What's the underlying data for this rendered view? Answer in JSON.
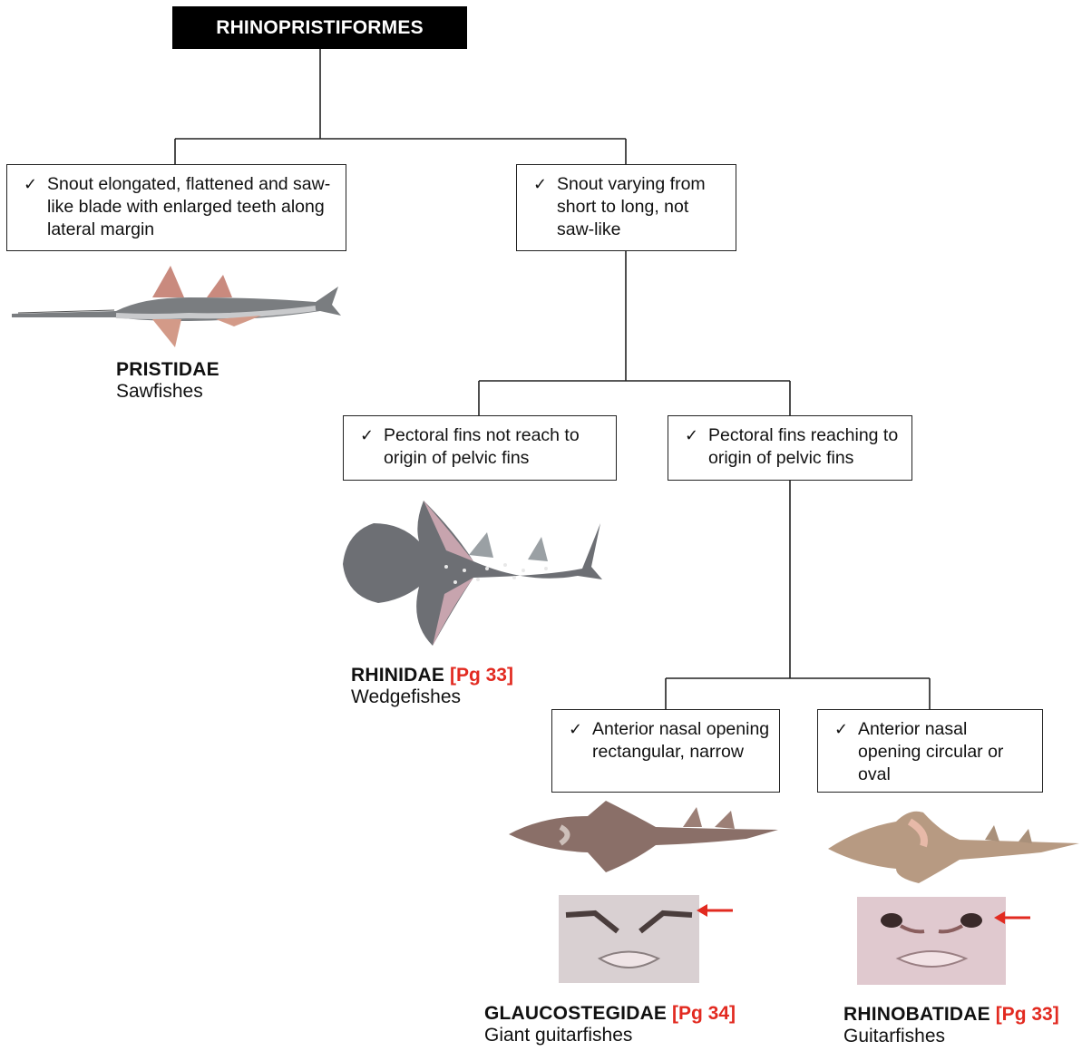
{
  "root": {
    "title": "RHINOPRISTIFORMES"
  },
  "criteria": {
    "saw_snout": "Snout elongated, flattened and saw-like blade with enlarged teeth along lateral margin",
    "not_saw": "Snout varying from short to long, not saw-like",
    "pectoral_not_reach": "Pectoral fins not reach to origin of pelvic fins",
    "pectoral_reach": "Pectoral fins reaching to origin of pelvic fins",
    "nasal_rect": "Anterior nasal opening rectangular, narrow",
    "nasal_oval": "Anterior nasal opening circular or oval"
  },
  "check_glyph": "✓",
  "families": {
    "pristidae": {
      "name": "PRISTIDAE",
      "common": "Sawfishes",
      "page": ""
    },
    "rhinidae": {
      "name": "RHINIDAE",
      "common": "Wedgefishes",
      "page": "[Pg 33]"
    },
    "glaucostegidae": {
      "name": "GLAUCOSTEGIDAE",
      "common": "Giant guitarfishes",
      "page": "[Pg 34]"
    },
    "rhinobatidae": {
      "name": "RHINOBATIDAE",
      "common": "Guitarfishes",
      "page": "[Pg 33]"
    }
  },
  "colors": {
    "page_ref": "#e22a20",
    "arrow": "#e22a20",
    "root_bg": "#000000"
  },
  "icons": {
    "checkmark": "check-icon",
    "arrow": "arrow-left-icon"
  }
}
